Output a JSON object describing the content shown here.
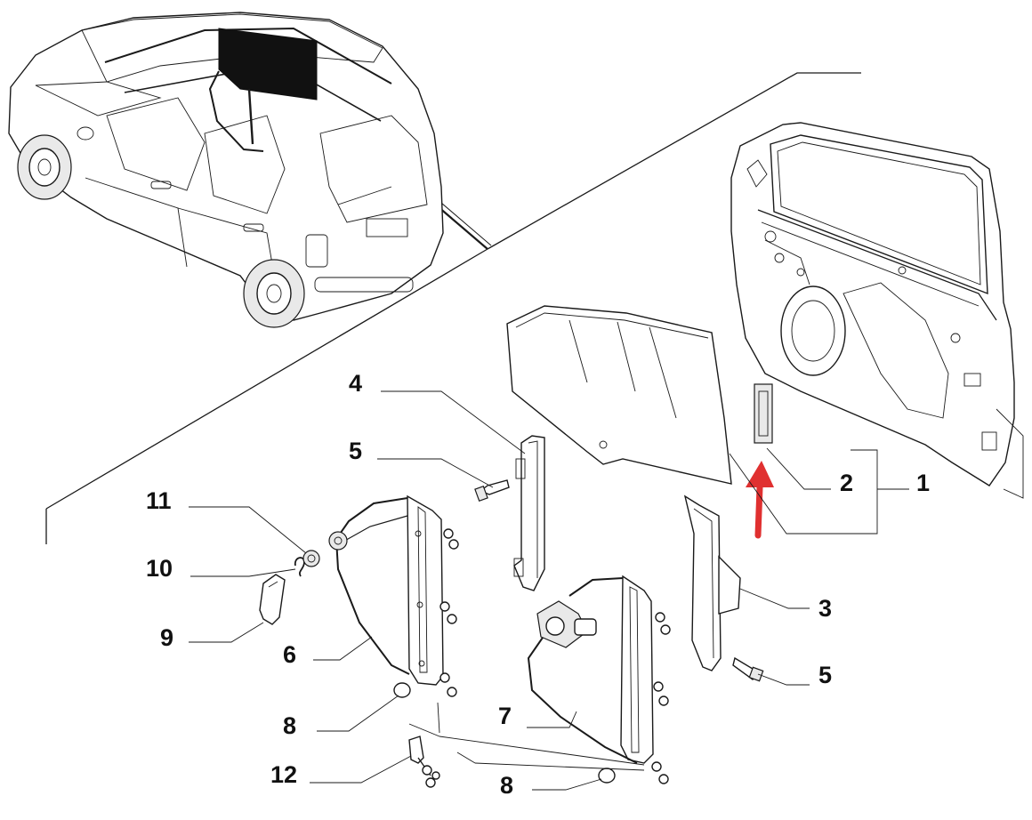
{
  "callouts": {
    "c1": "1",
    "c2": "2",
    "c3": "3",
    "c4": "4",
    "c5a": "5",
    "c5b": "5",
    "c6": "6",
    "c7": "7",
    "c8a": "8",
    "c8b": "8",
    "c9": "9",
    "c10": "10",
    "c11": "11",
    "c12": "12"
  },
  "colors": {
    "highlight_arrow": "#e03030",
    "line": "#1a1a1a",
    "window_glass_in_car": "#111111"
  },
  "highlighted_part": "2"
}
